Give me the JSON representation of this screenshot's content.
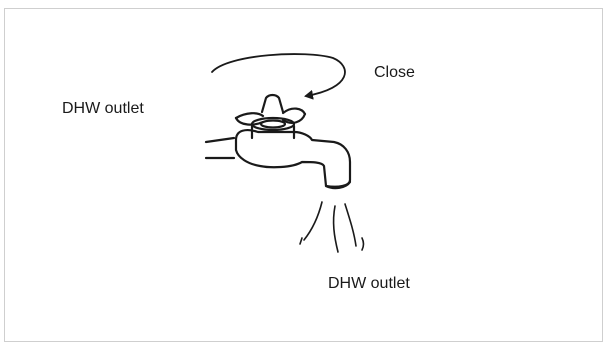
{
  "labels": {
    "outlet_left": "DHW outlet",
    "outlet_bottom": "DHW outlet",
    "close": "Close"
  },
  "icons": {
    "faucet": "faucet-icon",
    "rotation_arrow": "clockwise-rotation-arrow-icon",
    "water_stream": "water-stream-icon"
  },
  "colors": {
    "stroke": "#1a1a1a",
    "frame_border": "#cfcfcf"
  }
}
